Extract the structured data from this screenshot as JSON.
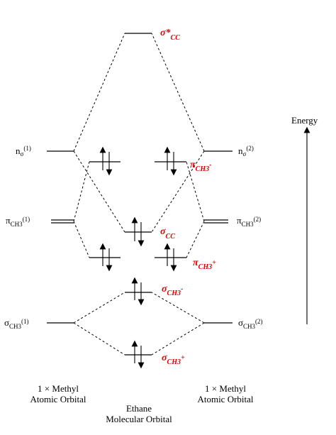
{
  "axis": {
    "energy_label": "Energy"
  },
  "left_orbitals": {
    "n": {
      "main": "n",
      "sub": "σ",
      "sup": "(1)"
    },
    "pi": {
      "main": "π",
      "sub": "CH3",
      "sup": "(1)"
    },
    "sigma": {
      "main": "σ",
      "sub": "CH3",
      "sup": "(1)"
    }
  },
  "right_orbitals": {
    "n": {
      "main": "n",
      "sub": "σ",
      "sup": "(2)"
    },
    "pi": {
      "main": "π",
      "sub": "CH3",
      "sup": "(2)"
    },
    "sigma": {
      "main": "σ",
      "sub": "CH3",
      "sup": "(2)"
    }
  },
  "molecular_orbitals": {
    "sigma_star_cc": {
      "main": "σ*",
      "sub": "CC"
    },
    "pi_ch3_minus": {
      "main": "π",
      "sub": "CH3",
      "sup": "-"
    },
    "sigma_cc": {
      "main": "σ",
      "sub": "CC"
    },
    "pi_ch3_plus": {
      "main": "π",
      "sub": "CH3",
      "sup": "+"
    },
    "sigma_ch3_minus": {
      "main": "σ",
      "sub": "CH3",
      "sup": "-"
    },
    "sigma_ch3_plus": {
      "main": "σ",
      "sub": "CH3",
      "sup": "+"
    }
  },
  "captions": {
    "left_line1": "1 × Methyl",
    "left_line2": "Atomic Orbital",
    "center_line1": "Ethane",
    "center_line2": "Molecular Orbital",
    "right_line1": "1 × Methyl",
    "right_line2": "Atomic Orbital"
  },
  "colors": {
    "label_red": "#e00000",
    "line": "#000000"
  }
}
